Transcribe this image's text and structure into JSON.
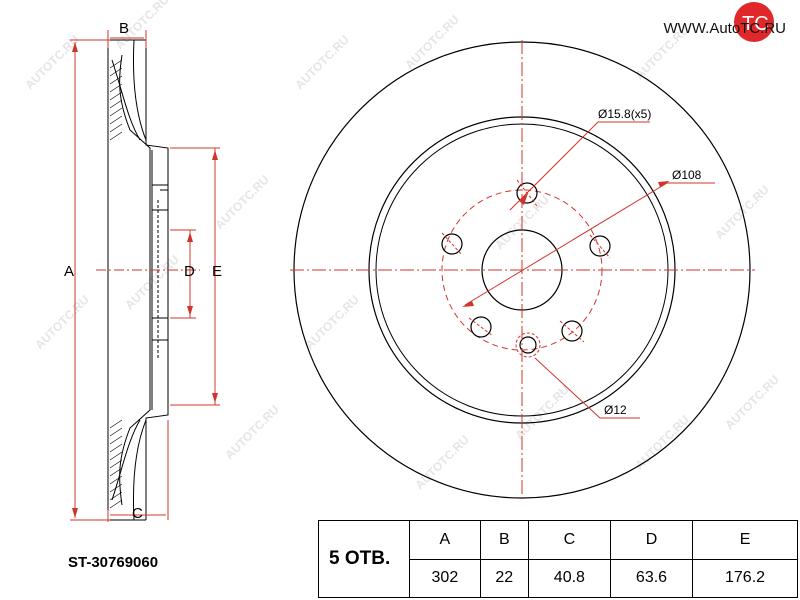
{
  "header": {
    "site": "WWW.AutoTC.RU",
    "logo_text": "TC"
  },
  "watermark": {
    "text": "AUTOTC.RU"
  },
  "side_view": {
    "dim_labels": [
      "A",
      "B",
      "C",
      "D",
      "E"
    ]
  },
  "front_view": {
    "callouts": {
      "bolt_holes": "Ø15.8(x5)",
      "pcd": "Ø108",
      "small_hole": "Ø12"
    }
  },
  "part_number": "ST-30769060",
  "spec_table": {
    "holes_label": "5 ОТВ.",
    "headers": [
      "A",
      "B",
      "C",
      "D",
      "E"
    ],
    "values": [
      "302",
      "22",
      "40.8",
      "63.6",
      "176.2"
    ]
  },
  "colors": {
    "line": "#000000",
    "dimension": "#d0352b",
    "watermark": "#c8c8c8",
    "logo": "#e0282a"
  }
}
